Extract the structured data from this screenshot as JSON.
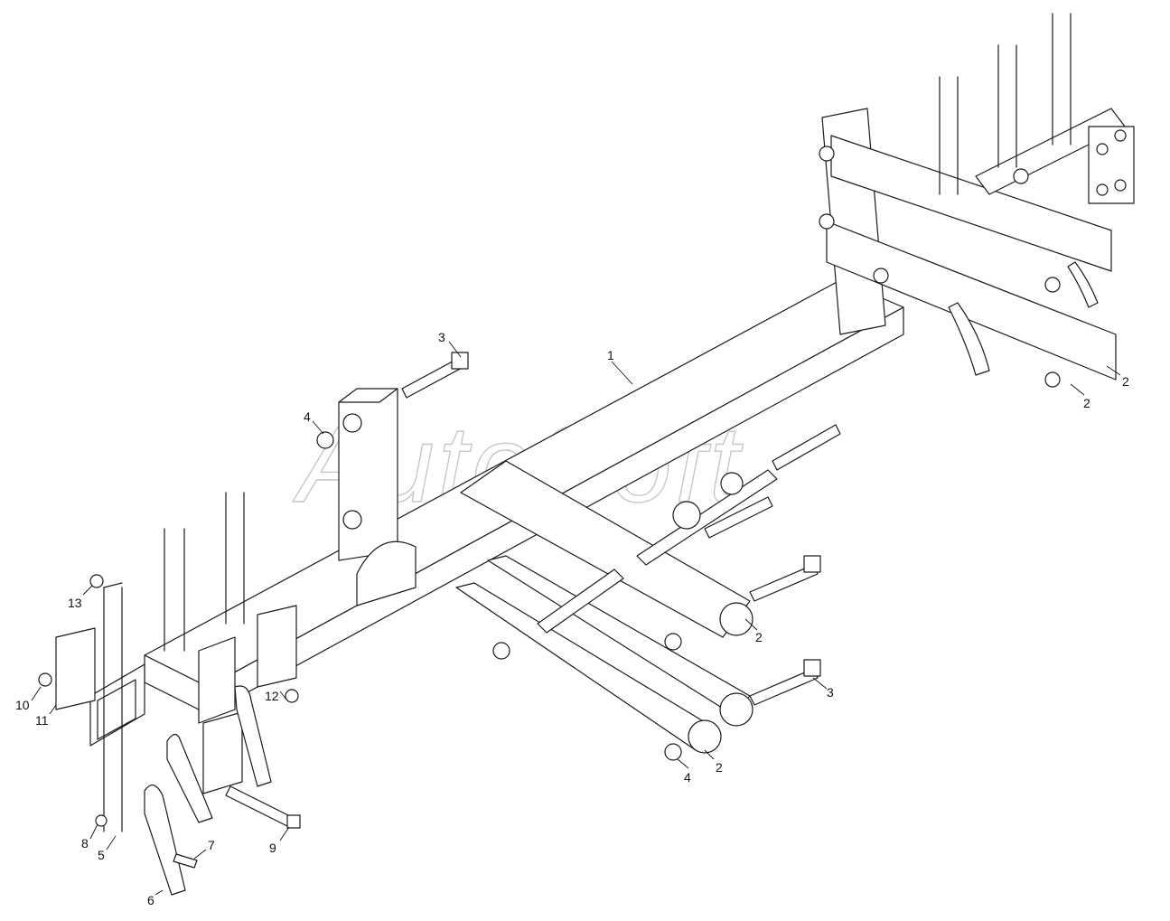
{
  "watermark": "AutoSoft",
  "callouts": [
    {
      "id": "c1",
      "label": "1"
    },
    {
      "id": "c2a",
      "label": "2"
    },
    {
      "id": "c2b",
      "label": "2"
    },
    {
      "id": "c2c",
      "label": "2"
    },
    {
      "id": "c2d",
      "label": "2"
    },
    {
      "id": "c3a",
      "label": "3"
    },
    {
      "id": "c3b",
      "label": "3"
    },
    {
      "id": "c4a",
      "label": "4"
    },
    {
      "id": "c4b",
      "label": "4"
    },
    {
      "id": "c5",
      "label": "5"
    },
    {
      "id": "c6",
      "label": "6"
    },
    {
      "id": "c7",
      "label": "7"
    },
    {
      "id": "c8",
      "label": "8"
    },
    {
      "id": "c9",
      "label": "9"
    },
    {
      "id": "c10",
      "label": "10"
    },
    {
      "id": "c11",
      "label": "11"
    },
    {
      "id": "c12",
      "label": "12"
    },
    {
      "id": "c13",
      "label": "13"
    }
  ]
}
